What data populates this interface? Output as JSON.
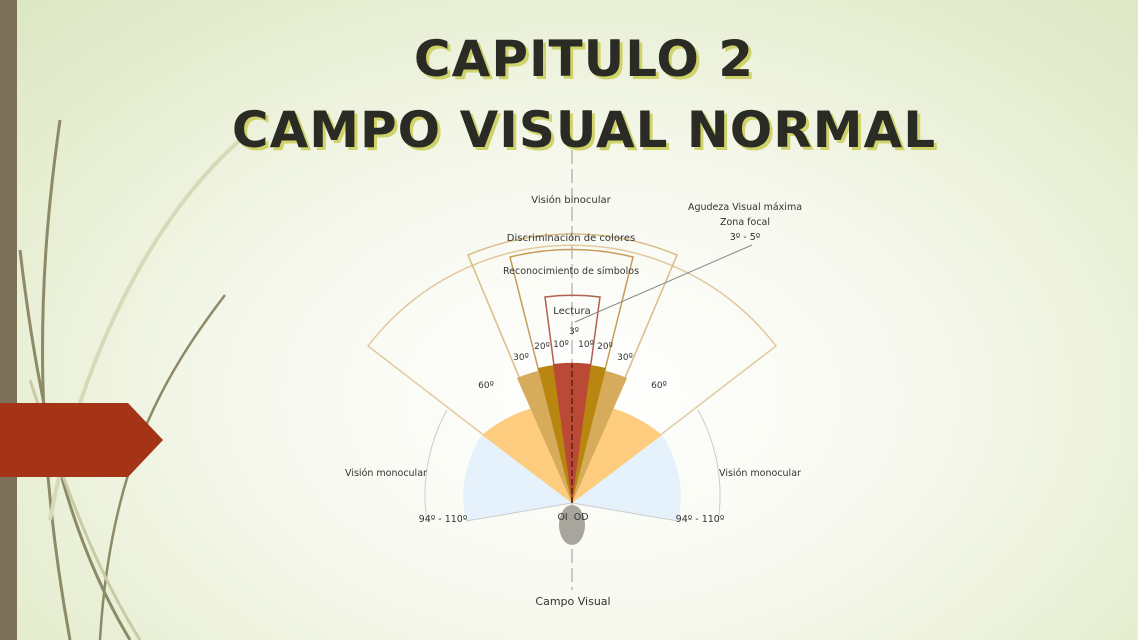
{
  "slide": {
    "title_line1": "CAPITULO 2",
    "title_line2": "CAMPO VISUAL NORMAL"
  },
  "diagram": {
    "labels": {
      "binocular": "Visión binocular",
      "colors": "Discriminación de colores",
      "symbols": "Reconocimiento de símbolos",
      "reading": "Lectura",
      "acuity_1": "Agudeza Visual máxima",
      "acuity_2": "Zona focal",
      "acuity_3": "3º - 5º",
      "mono_left": "Visión monocular",
      "mono_right": "Visión monocular",
      "range_left": "94º - 110º",
      "range_right": "94º - 110º",
      "eyes": "OI  OD",
      "caption": "Campo Visual"
    },
    "angles": {
      "deg3": "3º",
      "deg10_l": "10º",
      "deg10_r": "10º",
      "deg20_l": "20º",
      "deg20_r": "20º",
      "deg30_l": "30º",
      "deg30_r": "30º",
      "deg60_l": "60º",
      "deg60_r": "60º"
    },
    "colors": {
      "monocular": "#e5f2fb",
      "sixty": "#fdcc7e",
      "thirty": "#d6ac5c",
      "twenty": "#b9860f",
      "ten": "#ba4a36",
      "outline": "#e2c9a0"
    }
  }
}
